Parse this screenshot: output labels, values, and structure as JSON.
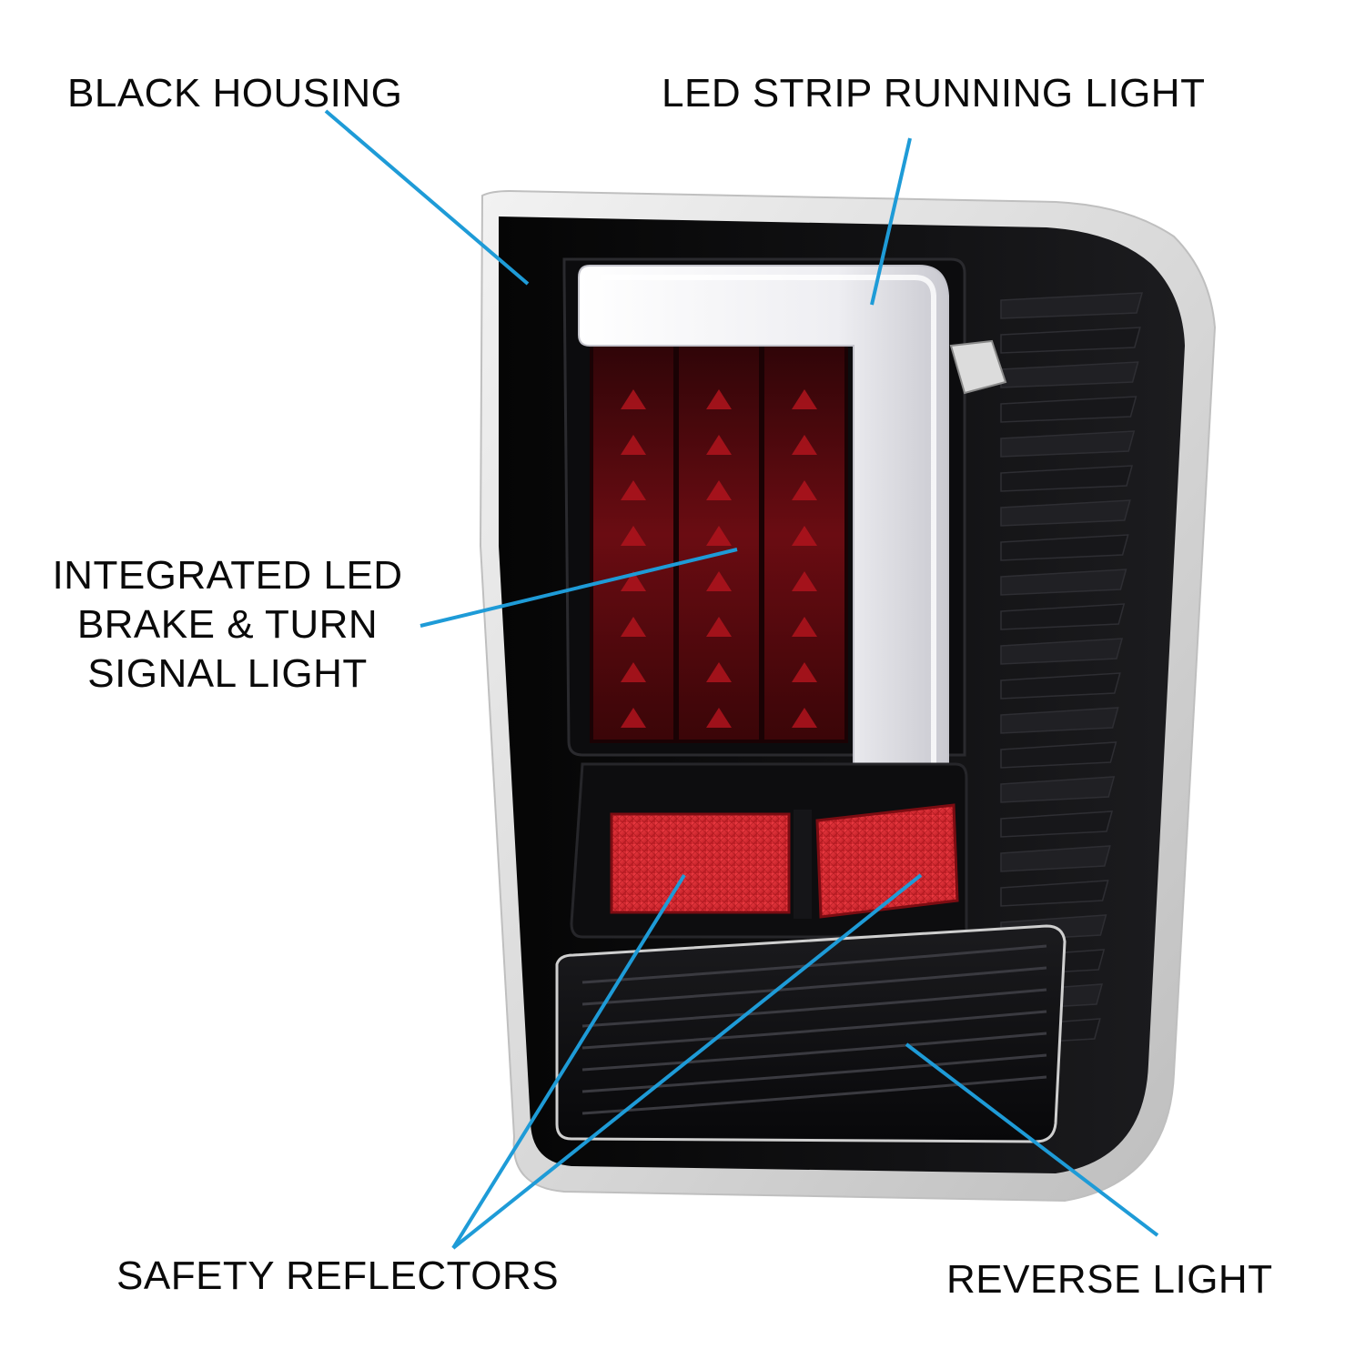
{
  "callouts": {
    "black_housing": "BLACK HOUSING",
    "led_strip": "LED STRIP RUNNING LIGHT",
    "integrated_lines": [
      "INTEGRATED LED",
      "BRAKE & TURN",
      "SIGNAL LIGHT"
    ],
    "safety_reflectors": "SAFETY REFLECTORS",
    "reverse_light": "REVERSE LIGHT"
  },
  "colors": {
    "leader_line": "#1e9bd7",
    "housing": "#0b0b0c",
    "chrome_rim": "#e6e6e6",
    "led_strip": "#f4f4f6",
    "red_led": "#6a0c12",
    "reflector": "#d6262e"
  }
}
